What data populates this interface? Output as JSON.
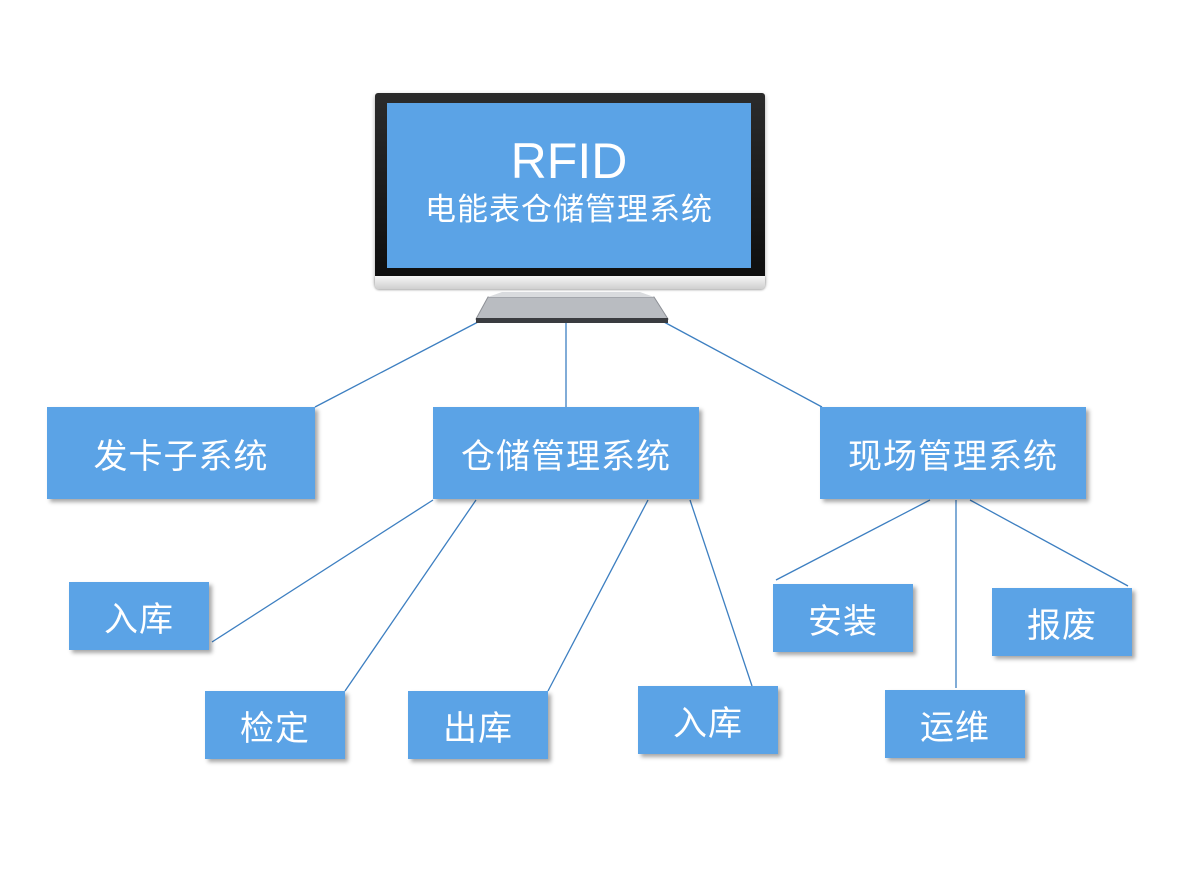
{
  "monitor": {
    "title": "RFID",
    "subtitle": "电能表仓储管理系统"
  },
  "nodes": {
    "card": "发卡子系统",
    "storage": "仓储管理系统",
    "field": "现场管理系统",
    "inbound_1": "入库",
    "verify": "检定",
    "outbound": "出库",
    "inbound_2": "入库",
    "install": "安装",
    "scrap": "报废",
    "maintenance": "运维"
  },
  "colors": {
    "box": "#5ba3e6",
    "line": "#3d7fc1",
    "text": "#ffffff"
  }
}
